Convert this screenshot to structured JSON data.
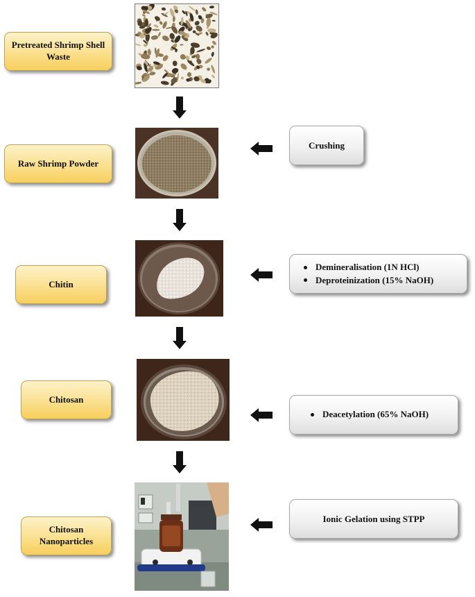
{
  "stages": [
    {
      "label": "Pretreated Shrimp Shell Waste",
      "photo": "shrimp-shell-waste-photo"
    },
    {
      "label": "Raw Shrimp Powder",
      "photo": "raw-shrimp-powder-photo"
    },
    {
      "label": "Chitin",
      "photo": "chitin-powder-photo"
    },
    {
      "label": "Chitosan",
      "photo": "chitosan-powder-photo"
    },
    {
      "label": "Chitosan Nanoparticles",
      "photo": "stirring-setup-photo"
    }
  ],
  "processes": [
    {
      "items": [
        "Crushing"
      ],
      "bulleted": false
    },
    {
      "items": [
        "Demineralisation (1N HCl)",
        "Deproteinization (15% NaOH)"
      ],
      "bulleted": true
    },
    {
      "items": [
        "Deacetylation (65% NaOH)"
      ],
      "bulleted": true
    },
    {
      "items": [
        "Ionic Gelation using STPP"
      ],
      "bulleted": false
    }
  ],
  "colors": {
    "stage_fill_top": "#fdf2c8",
    "stage_fill_bottom": "#f7cf5c",
    "process_fill_top": "#ffffff",
    "process_fill_bottom": "#dedede",
    "arrow": "#111111"
  },
  "icons": {
    "down_arrow": "thick-down-arrow-icon",
    "left_arrow": "thick-left-arrow-icon"
  }
}
